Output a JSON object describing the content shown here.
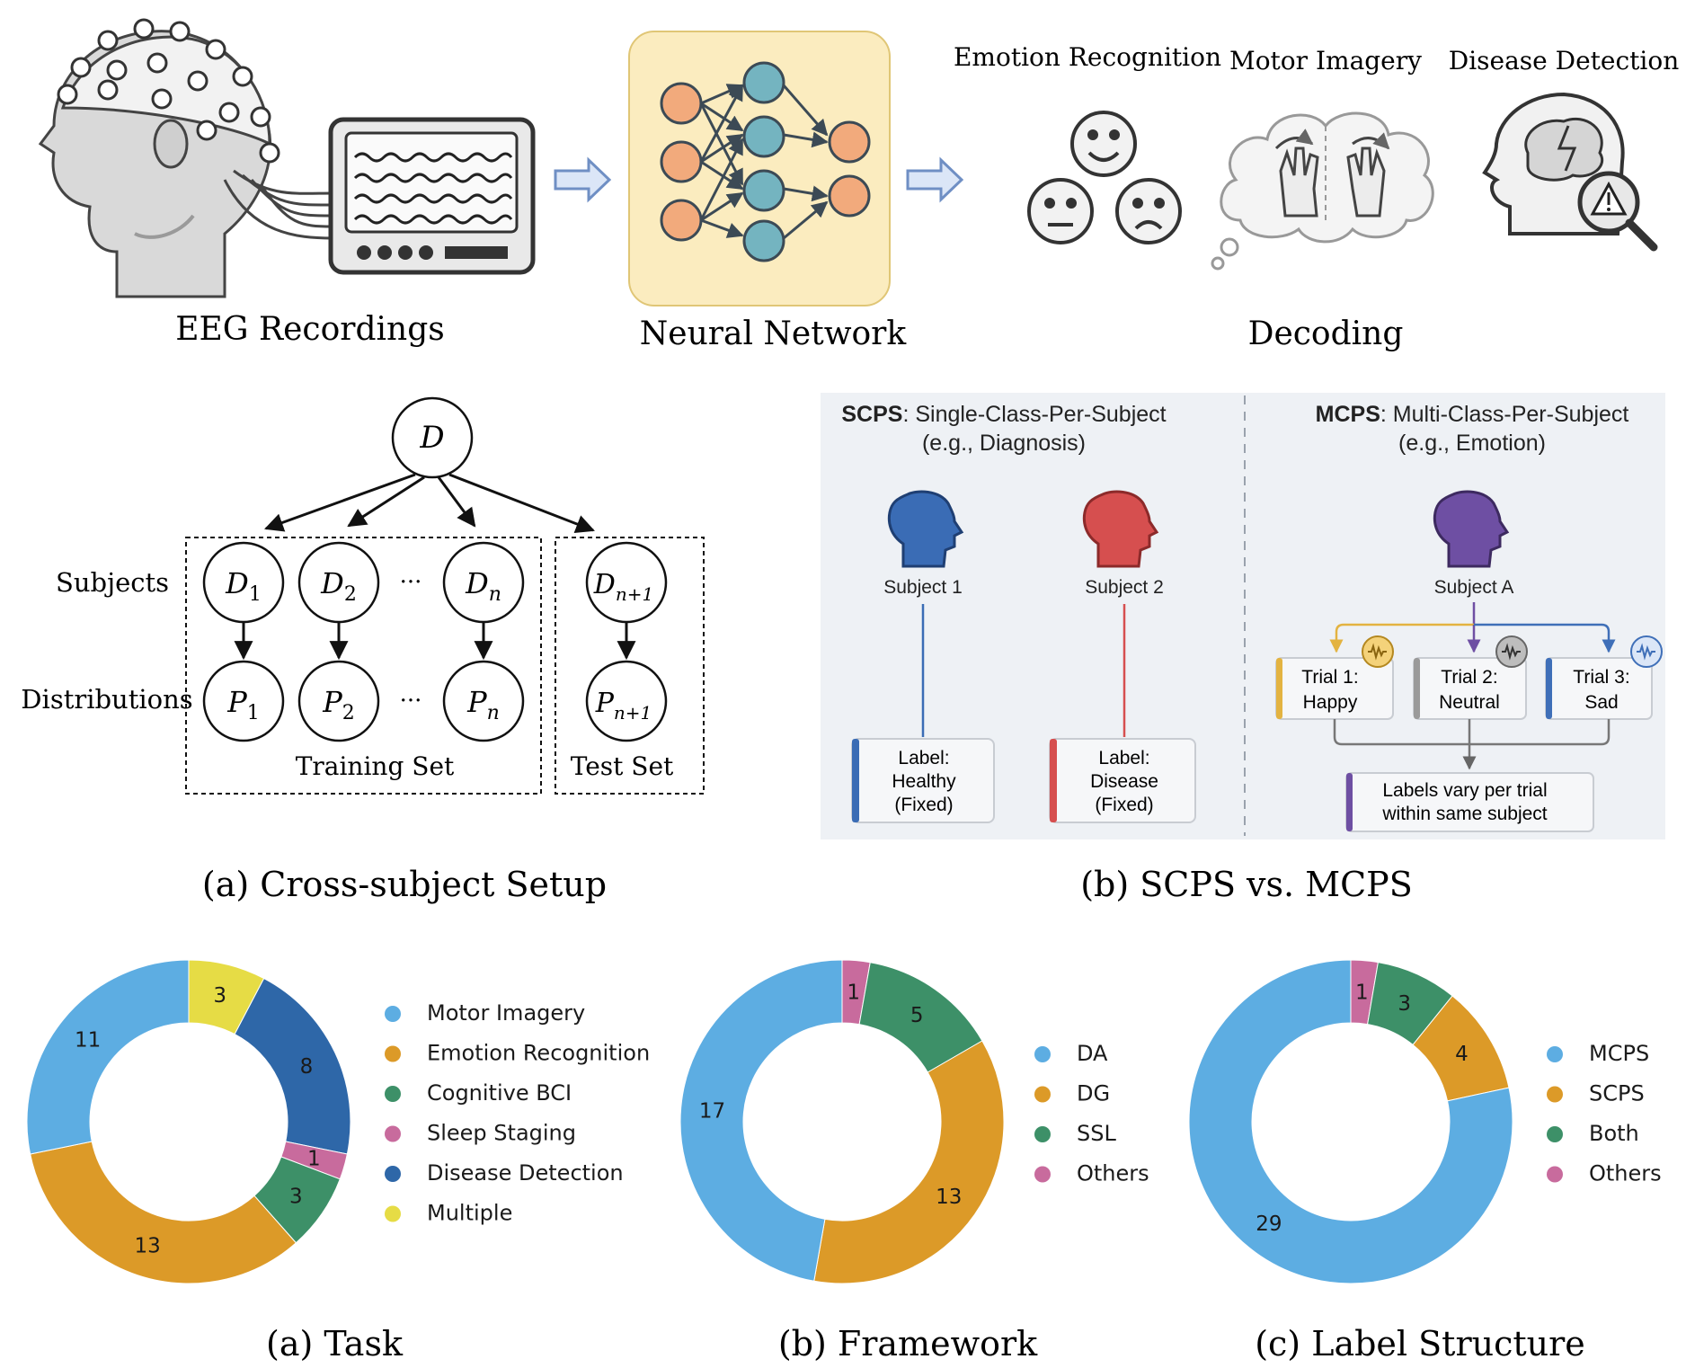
{
  "pipeline": {
    "recordings_label": "EEG Recordings",
    "network_label": "Neural Network",
    "decoding_label": "Decoding",
    "tasks": [
      "Emotion Recognition",
      "Motor Imagery",
      "Disease Detection"
    ]
  },
  "cross_subject": {
    "root": "D",
    "row_subjects": "Subjects",
    "row_distributions": "Distributions",
    "ellipsis": "···",
    "subject_nodes": [
      {
        "base": "D",
        "sub": "1"
      },
      {
        "base": "D",
        "sub": "2"
      },
      {
        "base": "D",
        "sub": "n"
      },
      {
        "base": "D",
        "sub": "n+1"
      }
    ],
    "dist_nodes": [
      {
        "base": "P",
        "sub": "1"
      },
      {
        "base": "P",
        "sub": "2"
      },
      {
        "base": "P",
        "sub": "n"
      },
      {
        "base": "P",
        "sub": "n+1"
      }
    ],
    "training_label": "Training Set",
    "test_label": "Test Set",
    "caption": "(a) Cross-subject Setup"
  },
  "scps_mcps": {
    "scps_abbr": "SCPS",
    "scps_title": ": Single-Class-Per-Subject",
    "scps_example": "(e.g., Diagnosis)",
    "mcps_abbr": "MCPS",
    "mcps_title": ": Multi-Class-Per-Subject",
    "mcps_example": "(e.g., Emotion)",
    "subject1": "Subject 1",
    "subject2": "Subject 2",
    "subjectA": "Subject A",
    "label1": [
      "Label:",
      "Healthy",
      "(Fixed)"
    ],
    "label2": [
      "Label:",
      "Disease",
      "(Fixed)"
    ],
    "trials": [
      {
        "line1": "Trial 1:",
        "line2": "Happy",
        "color": "#e3b341"
      },
      {
        "line1": "Trial 2:",
        "line2": "Neutral",
        "color": "#9a9a9a"
      },
      {
        "line1": "Trial 3:",
        "line2": "Sad",
        "color": "#3f6fb8"
      }
    ],
    "summary": [
      "Labels vary per trial",
      "within same subject"
    ],
    "caption": "(b) SCPS vs. MCPS",
    "colors": {
      "subject1": "#3a6cb5",
      "subject2": "#d64f4f",
      "subjectA": "#6e4fa3"
    }
  },
  "chart_data": [
    {
      "type": "pie",
      "donut": true,
      "title": "(a) Task",
      "categories": [
        "Motor Imagery",
        "Emotion Recognition",
        "Cognitive BCI",
        "Sleep Staging",
        "Disease Detection",
        "Multiple"
      ],
      "values": [
        11,
        13,
        3,
        1,
        8,
        3
      ],
      "colors": [
        "#5dade2",
        "#dc9a28",
        "#3d9068",
        "#c86b9d",
        "#2e67a8",
        "#e6dc45"
      ],
      "legend": "right"
    },
    {
      "type": "pie",
      "donut": true,
      "title": "(b) Framework",
      "categories": [
        "DA",
        "DG",
        "SSL",
        "Others"
      ],
      "values": [
        17,
        13,
        5,
        1
      ],
      "colors": [
        "#5dade2",
        "#dc9a28",
        "#3d9068",
        "#c86b9d"
      ],
      "legend": "right"
    },
    {
      "type": "pie",
      "donut": true,
      "title": "(c) Label Structure",
      "categories": [
        "MCPS",
        "SCPS",
        "Both",
        "Others"
      ],
      "values": [
        29,
        4,
        3,
        1
      ],
      "colors": [
        "#5dade2",
        "#dc9a28",
        "#3d9068",
        "#c86b9d"
      ],
      "legend": "right"
    }
  ]
}
